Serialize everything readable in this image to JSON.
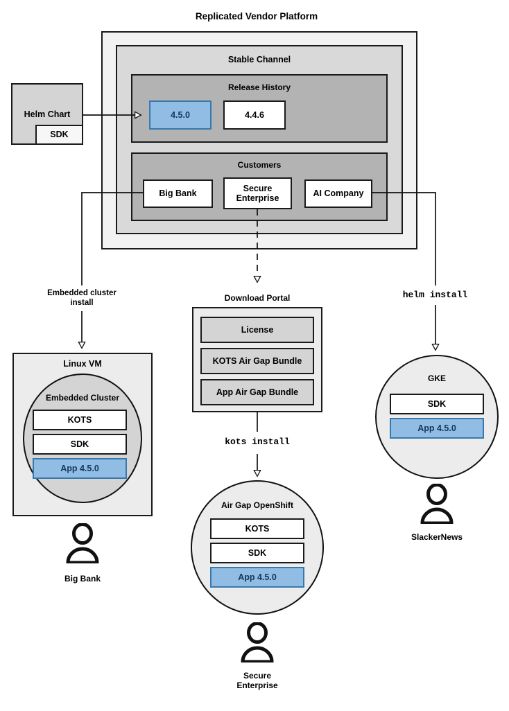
{
  "diagram": {
    "title": "Replicated Vendor Platform",
    "type": "architecture-flow"
  },
  "source": {
    "helm_chart_label": "Helm Chart",
    "sdk_label": "SDK"
  },
  "platform": {
    "channel_label": "Stable Channel",
    "release_history": {
      "label": "Release History",
      "releases": [
        {
          "version": "4.5.0",
          "highlighted": true
        },
        {
          "version": "4.4.6",
          "highlighted": false
        }
      ]
    },
    "customers": {
      "label": "Customers",
      "items": [
        {
          "name": "Big Bank"
        },
        {
          "name": "Secure\nEnterprise"
        },
        {
          "name": "AI Company"
        }
      ]
    }
  },
  "edges": {
    "embedded_cluster_install": "Embedded cluster\ninstall",
    "download_portal_title": "Download Portal",
    "kots_install": "kots install",
    "helm_install": "helm install"
  },
  "download_portal": {
    "title": "Download Portal",
    "artifacts": [
      "License",
      "KOTS Air Gap Bundle",
      "App Air Gap Bundle"
    ]
  },
  "targets": {
    "linux_vm": {
      "title": "Linux VM",
      "cluster_title": "Embedded Cluster",
      "components": [
        {
          "label": "KOTS",
          "highlighted": false
        },
        {
          "label": "SDK",
          "highlighted": false
        },
        {
          "label": "App 4.5.0",
          "highlighted": true
        }
      ],
      "customer": "Big Bank"
    },
    "airgap_openshift": {
      "title": "Air Gap OpenShift",
      "components": [
        {
          "label": "KOTS",
          "highlighted": false
        },
        {
          "label": "SDK",
          "highlighted": false
        },
        {
          "label": "App 4.5.0",
          "highlighted": true
        }
      ],
      "customer": "Secure\nEnterprise"
    },
    "gke": {
      "title": "GKE",
      "components": [
        {
          "label": "SDK",
          "highlighted": false
        },
        {
          "label": "App 4.5.0",
          "highlighted": true
        }
      ],
      "customer": "SlackerNews"
    }
  },
  "colors": {
    "highlight_fill": "#91bde4",
    "highlight_border": "#3778ad",
    "highlight_text": "#13375c",
    "outline": "#1a1a1a",
    "level_outer": "#f2f2f2",
    "level_mid": "#d9d9d9",
    "level_inner": "#b3b3b3",
    "light_fill": "#ececec",
    "gray_fill": "#d4d4d4"
  }
}
